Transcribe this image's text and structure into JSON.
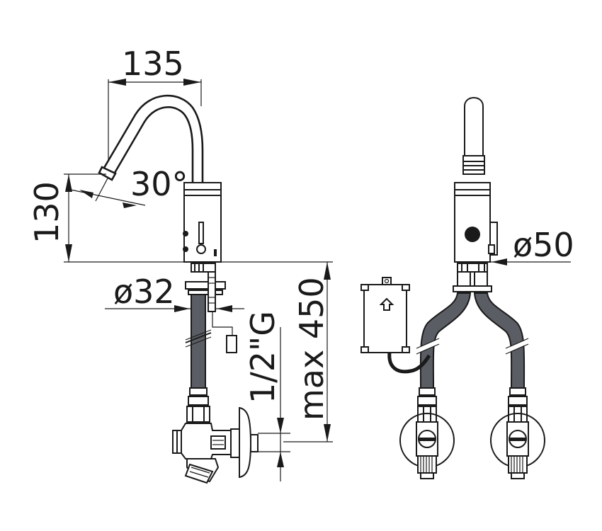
{
  "dimensions": {
    "spout_reach": "135",
    "spout_angle": "30°",
    "body_height": "130",
    "base_diameter": "ø32",
    "body_diameter": "ø50",
    "thread_size": "1/2\"G",
    "max_length": "max 450"
  }
}
